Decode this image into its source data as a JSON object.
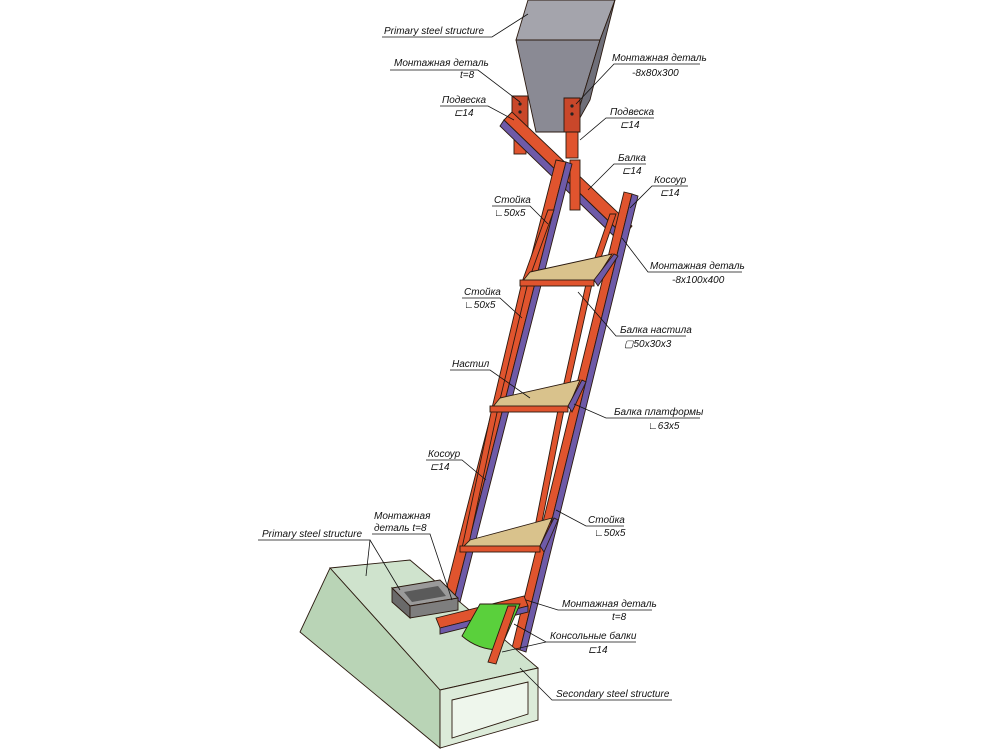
{
  "colors": {
    "background": "#ffffff",
    "frame_red": "#e0542e",
    "frame_red_dark": "#b8391c",
    "frame_purple": "#6e5aa8",
    "deck": "#d9c28c",
    "primary_beam_top": "#a0a0a8",
    "primary_beam_side": "#7c7c86",
    "secondary_box": "#cfe3cd",
    "cantilever_green": "#5ad03c",
    "mount_grey": "#8a8a8a"
  },
  "labels": {
    "primary_top": "Primary steel structure",
    "mount_t8_top_a": "Монтажная деталь",
    "mount_t8_top_b": "t=8",
    "mount_8x80_a": "Монтажная деталь",
    "mount_8x80_b": "-8х80х300",
    "hanger_left_a": "Подвеска",
    "hanger_left_b": "⊏14",
    "hanger_right_a": "Подвеска",
    "hanger_right_b": "⊏14",
    "beam_a": "Балка",
    "beam_b": "⊏14",
    "stringer_top_a": "Косоур",
    "stringer_top_b": "⊏14",
    "post_top_a": "Стойка",
    "post_top_b": "∟50х5",
    "mount_8x100_a": "Монтажная деталь",
    "mount_8x100_b": "-8х100х400",
    "post_mid_a": "Стойка",
    "post_mid_b": "∟50х5",
    "deck_beam_a": "Балка настила",
    "deck_beam_b": "▢50х30х3",
    "deck": "Настил",
    "platform_beam_a": "Балка платформы",
    "platform_beam_b": "∟63х5",
    "stringer_low_a": "Косоур",
    "stringer_low_b": "⊏14",
    "post_low_a": "Стойка",
    "post_low_b": "∟50х5",
    "mount_t8_low_a": "Монтажная",
    "mount_t8_low_b": "деталь t=8",
    "primary_bottom": "Primary steel structure",
    "mount_t8_right_a": "Монтажная деталь",
    "mount_t8_right_b": "t=8",
    "cantilever_a": "Консольные балки",
    "cantilever_b": "⊏14",
    "secondary": "Secondary steel structure"
  }
}
